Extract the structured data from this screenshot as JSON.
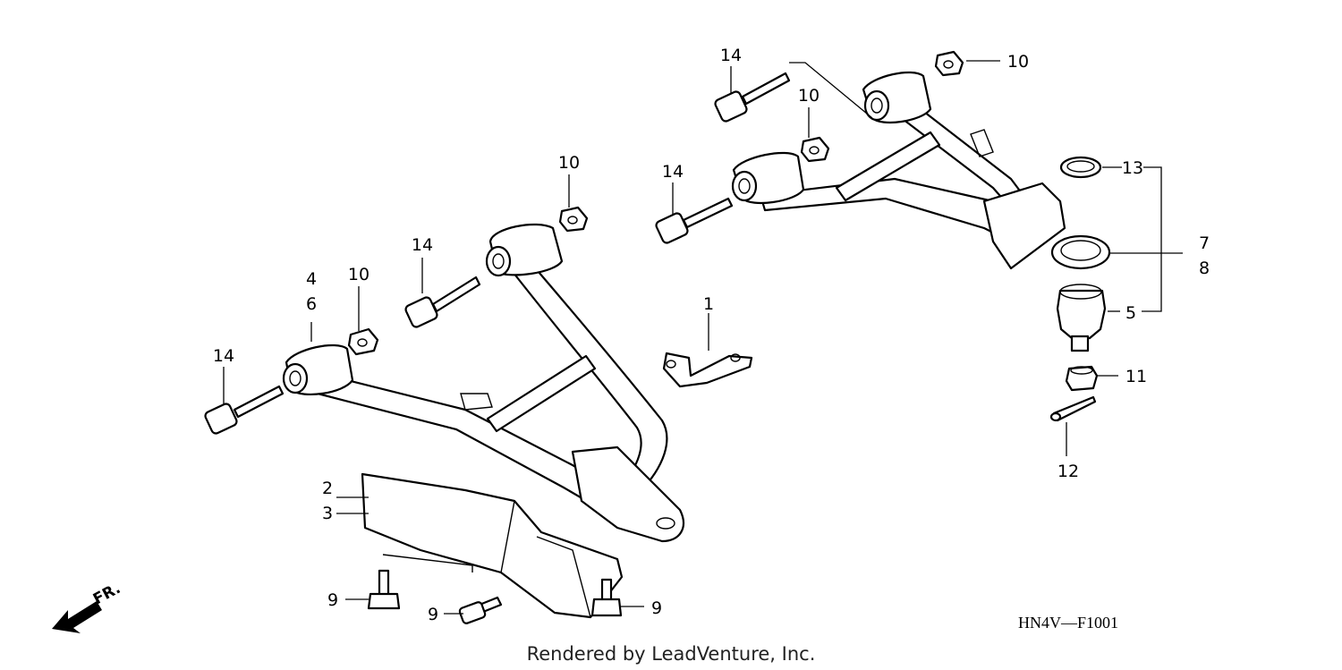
{
  "diagram": {
    "callouts": [
      {
        "id": "c1",
        "label": "1"
      },
      {
        "id": "c2",
        "label": "2"
      },
      {
        "id": "c3",
        "label": "3"
      },
      {
        "id": "c4",
        "label": "4"
      },
      {
        "id": "c5",
        "label": "5"
      },
      {
        "id": "c6",
        "label": "6"
      },
      {
        "id": "c7",
        "label": "7"
      },
      {
        "id": "c8",
        "label": "8"
      },
      {
        "id": "c9a",
        "label": "9"
      },
      {
        "id": "c9b",
        "label": "9"
      },
      {
        "id": "c9c",
        "label": "9"
      },
      {
        "id": "c10a",
        "label": "10"
      },
      {
        "id": "c10b",
        "label": "10"
      },
      {
        "id": "c10c",
        "label": "10"
      },
      {
        "id": "c10d",
        "label": "10"
      },
      {
        "id": "c11",
        "label": "11"
      },
      {
        "id": "c12",
        "label": "12"
      },
      {
        "id": "c13",
        "label": "13"
      },
      {
        "id": "c14a",
        "label": "14"
      },
      {
        "id": "c14b",
        "label": "14"
      },
      {
        "id": "c14c",
        "label": "14"
      },
      {
        "id": "c14d",
        "label": "14"
      }
    ],
    "front_arrow_label": "FR.",
    "diagram_code": "HN4V—F1001",
    "credit": "Rendered by LeadVenture, Inc."
  }
}
